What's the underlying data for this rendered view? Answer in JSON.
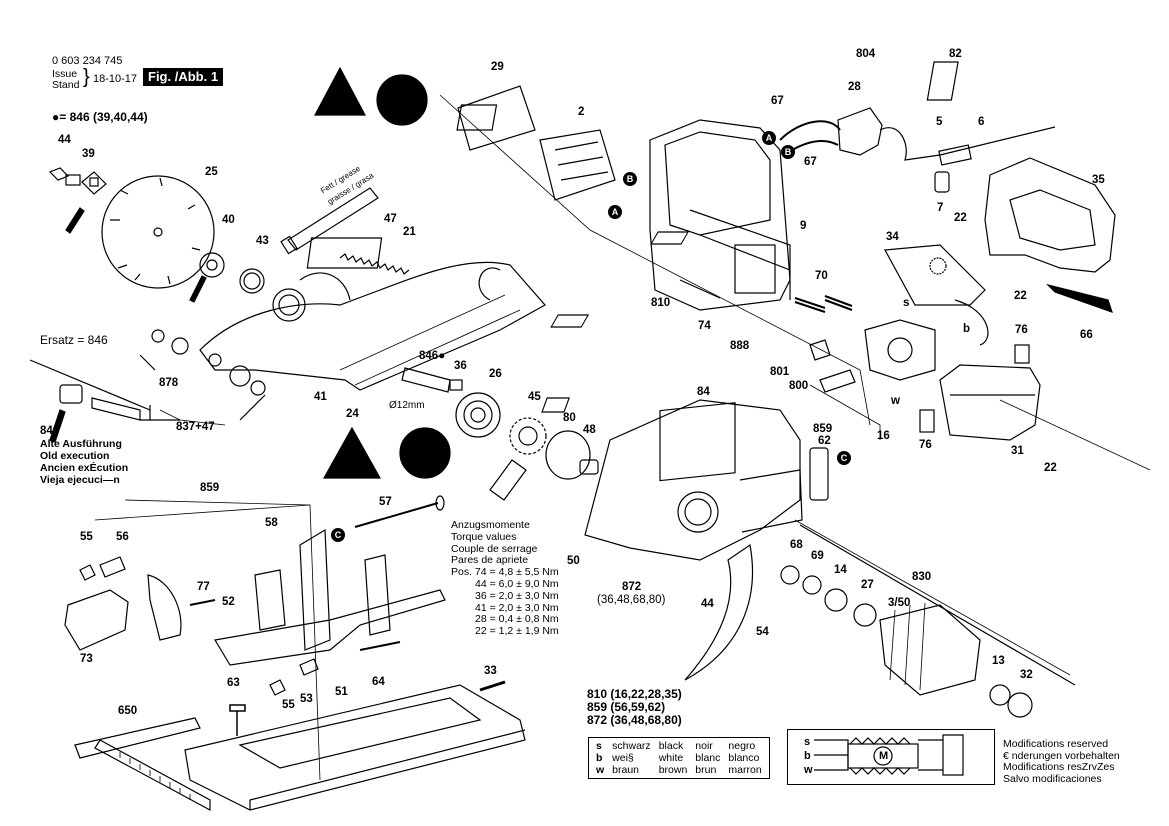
{
  "header": {
    "part_number": "0 603 234 745",
    "issue_label": "Issue",
    "stand_label": "Stand",
    "date": "18-10-17",
    "figure": "Fig. /Abb. 1"
  },
  "legend": {
    "bullet": "= 846 (39,40,44)",
    "ersatz": "Ersatz = 846",
    "old_execution": [
      "Alte Ausführung",
      "Old execution",
      "Ancien exÉcution",
      "Vieja ejecuci—n"
    ],
    "dia": "Ø12mm"
  },
  "torque": {
    "lines": [
      "Anzugsmomente",
      "Torque values",
      "Couple de serrage",
      "Pares de apriete",
      "Pos. 74 = 4,8 ± 5,5 Nm",
      "44 = 6,0 ± 9,0 Nm",
      "36 = 2,0 ± 3,0 Nm",
      "41 = 2,0 ± 3,0 Nm",
      "28 = 0,4 ± 0,8 Nm",
      "22 = 1,2 ± 1,9 Nm"
    ]
  },
  "assemblies": [
    "810 (16,22,28,35)",
    "859 (56,59,62)",
    "872 (36,48,68,80)"
  ],
  "assembly_872_sub": "(36,48,68,80)",
  "colors": {
    "rows": [
      {
        "code": "s",
        "de": "schwarz",
        "en": "black",
        "fr": "noir",
        "es": "negro"
      },
      {
        "code": "b",
        "de": "wei§",
        "en": "white",
        "fr": "blanc",
        "es": "blanco"
      },
      {
        "code": "w",
        "de": "braun",
        "en": "brown",
        "fr": "brun",
        "es": "marron"
      }
    ]
  },
  "modifications": [
    "Modifications reserved",
    "€ nderungen vorbehalten",
    "Modifications resZrvZes",
    "Salvo modificaciones"
  ],
  "markers": {
    "a": "A",
    "b": "B",
    "c": "C",
    "m": "M"
  },
  "parts": {
    "p29": "29",
    "p2": "2",
    "p804": "804",
    "p82": "82",
    "p28": "28",
    "p67a": "67",
    "p67b": "67",
    "p5": "5",
    "p6": "6",
    "p7": "7",
    "p22a": "22",
    "p35": "35",
    "p44a": "44",
    "p39": "39",
    "p25": "25",
    "p40": "40",
    "p43": "43",
    "p47": "47",
    "p21": "21",
    "p9": "9",
    "p34": "34",
    "p810": "810",
    "p74": "74",
    "p70": "70",
    "p888": "888",
    "p22b": "22",
    "p66": "66",
    "p76a": "76",
    "p801": "801",
    "p800": "800",
    "p16": "16",
    "p76b": "76",
    "p31": "31",
    "p22c": "22",
    "p878": "878",
    "p840": "840",
    "p837": "837+47",
    "p41": "41",
    "p24": "24",
    "p846": "846",
    "p36": "36",
    "p26": "26",
    "p45": "45",
    "p80": "80",
    "p48": "48",
    "p84": "84",
    "p859a": "859",
    "p62": "62",
    "p859b": "859",
    "p57": "57",
    "p55a": "55",
    "p56": "56",
    "p58": "58",
    "p77": "77",
    "p52": "52",
    "p73": "73",
    "p50": "50",
    "p872": "872",
    "p44b": "44",
    "p68": "68",
    "p69": "69",
    "p14": "14",
    "p27": "27",
    "p350": "3/50",
    "p830": "830",
    "p54": "54",
    "p13": "13",
    "p32": "32",
    "p64": "64",
    "p63": "63",
    "p55b": "55",
    "p53": "53",
    "p51": "51",
    "p33": "33",
    "p650": "650",
    "s": "s",
    "b": "b",
    "w": "w"
  },
  "grease": [
    "Fett / grease",
    "graisse / grasa"
  ]
}
